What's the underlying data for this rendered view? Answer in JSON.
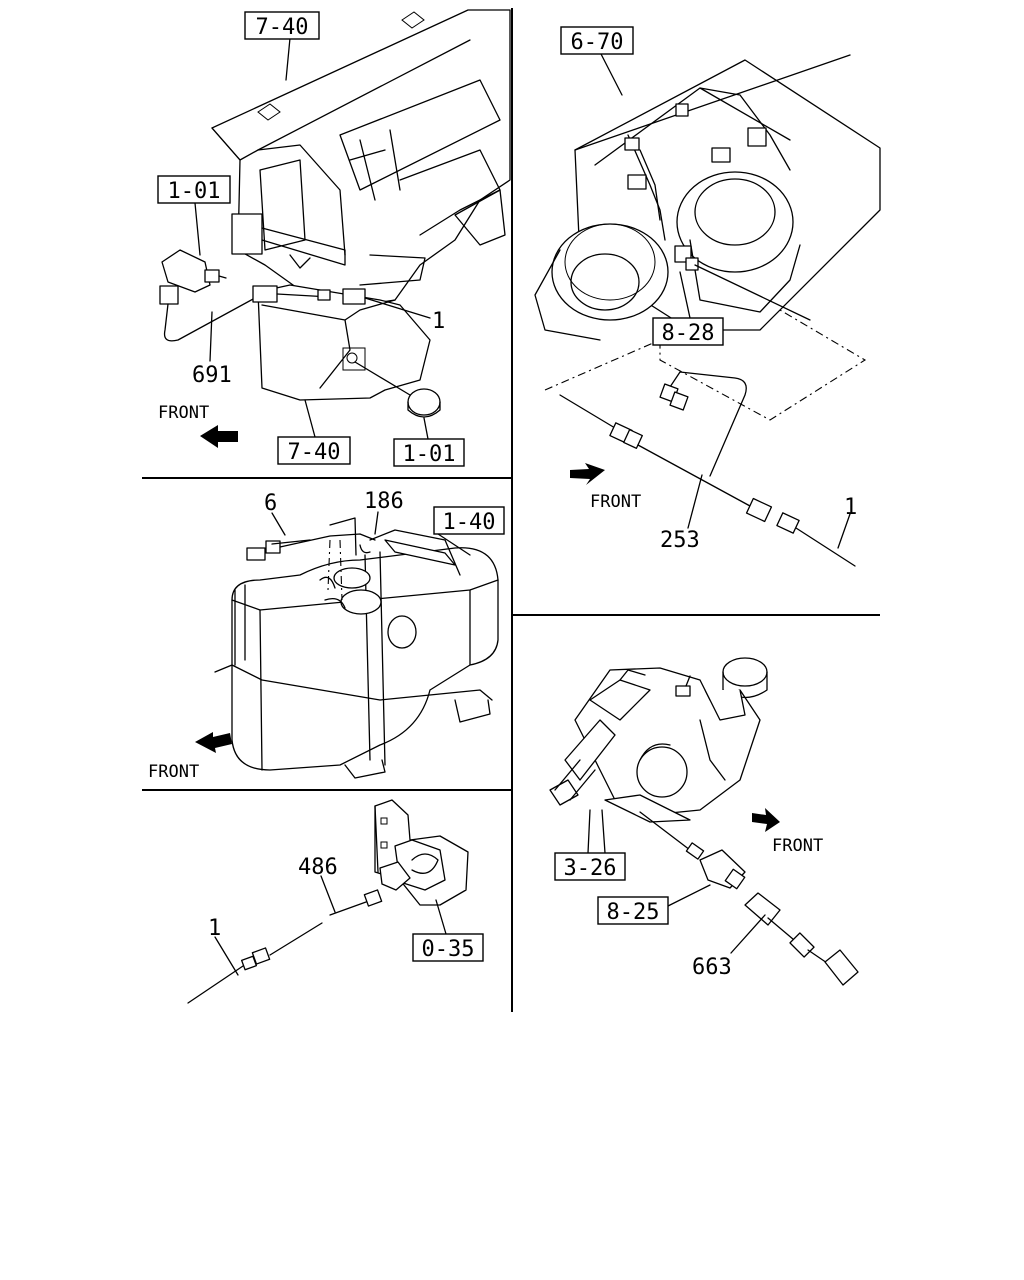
{
  "sections": {
    "top_left": {
      "refs": [
        "7-40",
        "1-01",
        "7-40",
        "1-01"
      ],
      "parts": [
        "1",
        "691"
      ],
      "front": "FRONT"
    },
    "middle_left": {
      "refs": [
        "1-40"
      ],
      "parts": [
        "6",
        "186"
      ],
      "front": "FRONT"
    },
    "bottom_left": {
      "refs": [
        "0-35"
      ],
      "parts": [
        "486",
        "1"
      ]
    },
    "top_right": {
      "refs": [
        "6-70",
        "8-28"
      ],
      "parts": [
        "253",
        "1"
      ],
      "front": "FRONT"
    },
    "bottom_right": {
      "refs": [
        "3-26",
        "8-25"
      ],
      "parts": [
        "663"
      ],
      "front": "FRONT"
    }
  }
}
